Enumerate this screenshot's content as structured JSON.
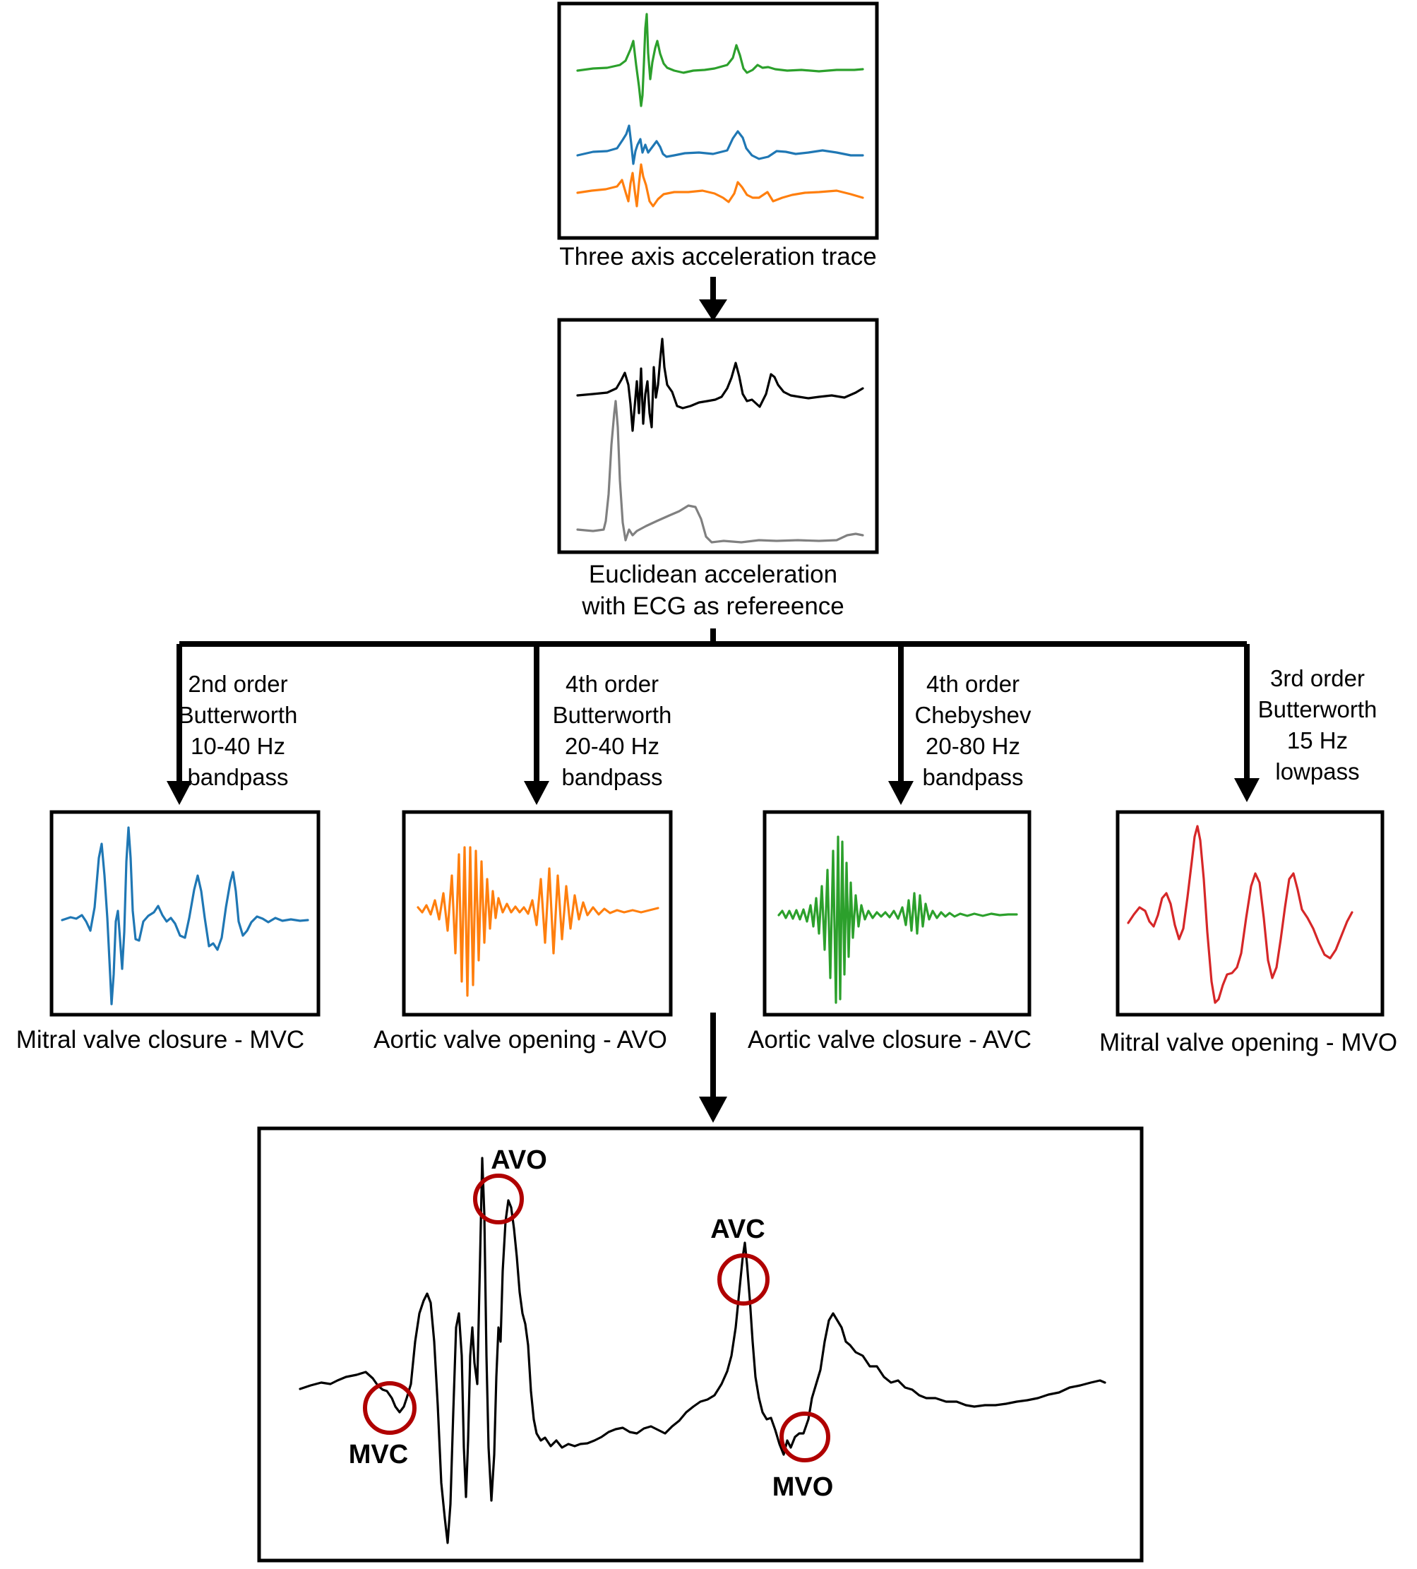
{
  "colors": {
    "green": "#2ca02c",
    "blue": "#1f77b4",
    "orange": "#ff7f0e",
    "red": "#d62728",
    "black": "#000000",
    "gray": "#808080",
    "marker": "#b00000"
  },
  "top": {
    "caption": "Three axis acceleration trace"
  },
  "second": {
    "caption_line1": "Euclidean acceleration",
    "caption_line2": "with ECG as refereence"
  },
  "filters": [
    {
      "lines": [
        "2nd order",
        "Butterworth",
        "10-40 Hz",
        "bandpass"
      ],
      "caption": "Mitral valve closure - MVC",
      "color": "blue"
    },
    {
      "lines": [
        "4th order",
        "Butterworth",
        "20-40 Hz",
        "bandpass"
      ],
      "caption": "Aortic valve opening - AVO",
      "color": "orange"
    },
    {
      "lines": [
        "4th order",
        "Chebyshev",
        "20-80 Hz",
        "bandpass"
      ],
      "caption": "Aortic valve closure - AVC",
      "color": "green"
    },
    {
      "lines": [
        "3rd order",
        "Butterworth",
        "15 Hz",
        "lowpass"
      ],
      "caption": "Mitral valve opening - MVO",
      "color": "red"
    }
  ],
  "events": {
    "avo": "AVO",
    "avc": "AVC",
    "mvc": "MVC",
    "mvo": "MVO"
  }
}
